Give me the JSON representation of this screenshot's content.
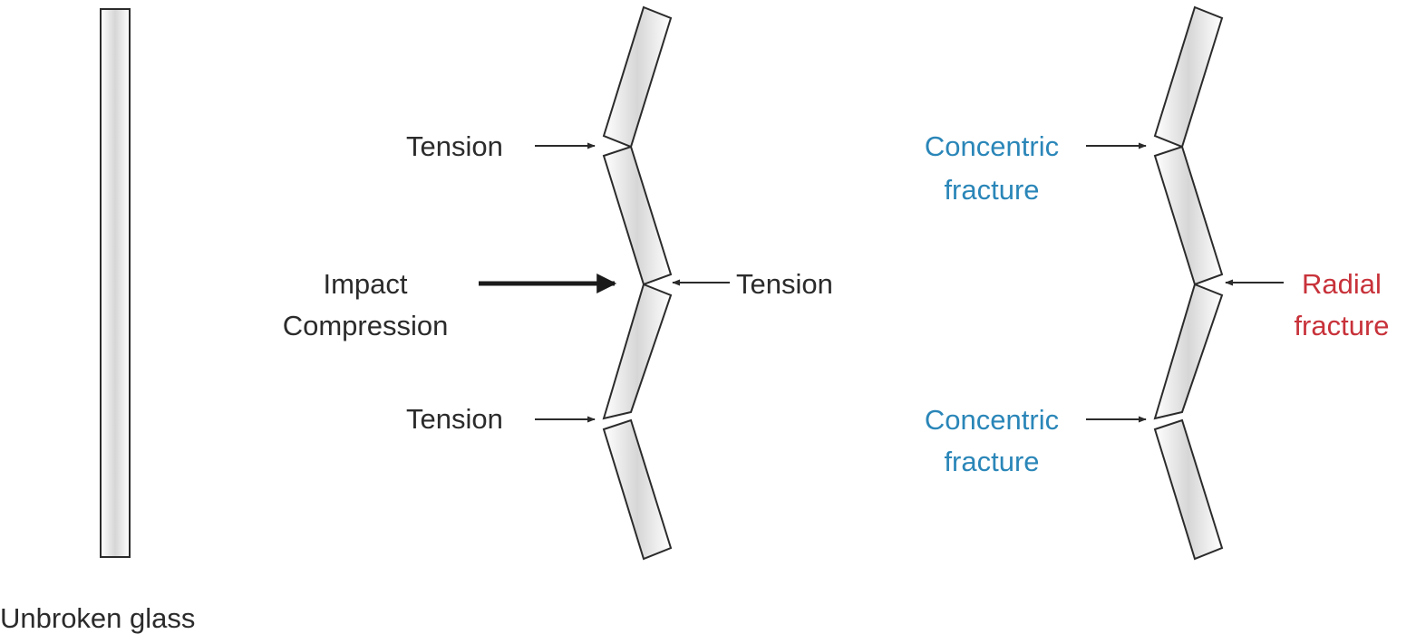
{
  "labels": {
    "unbroken": "Unbroken glass",
    "tension_top": "Tension",
    "impact_line1": "Impact",
    "impact_line2": "Compression",
    "tension_mid": "Tension",
    "tension_bottom": "Tension",
    "concentric_top_line1": "Concentric",
    "concentric_top_line2": "fracture",
    "radial_line1": "Radial",
    "radial_line2": "fracture",
    "concentric_bottom_line1": "Concentric",
    "concentric_bottom_line2": "fracture"
  },
  "colors": {
    "text": "#2b2b2b",
    "concentric": "#2a86b8",
    "radial": "#c8323a",
    "glass_light": "#ffffff",
    "glass_shade": "#d6d6d6"
  }
}
